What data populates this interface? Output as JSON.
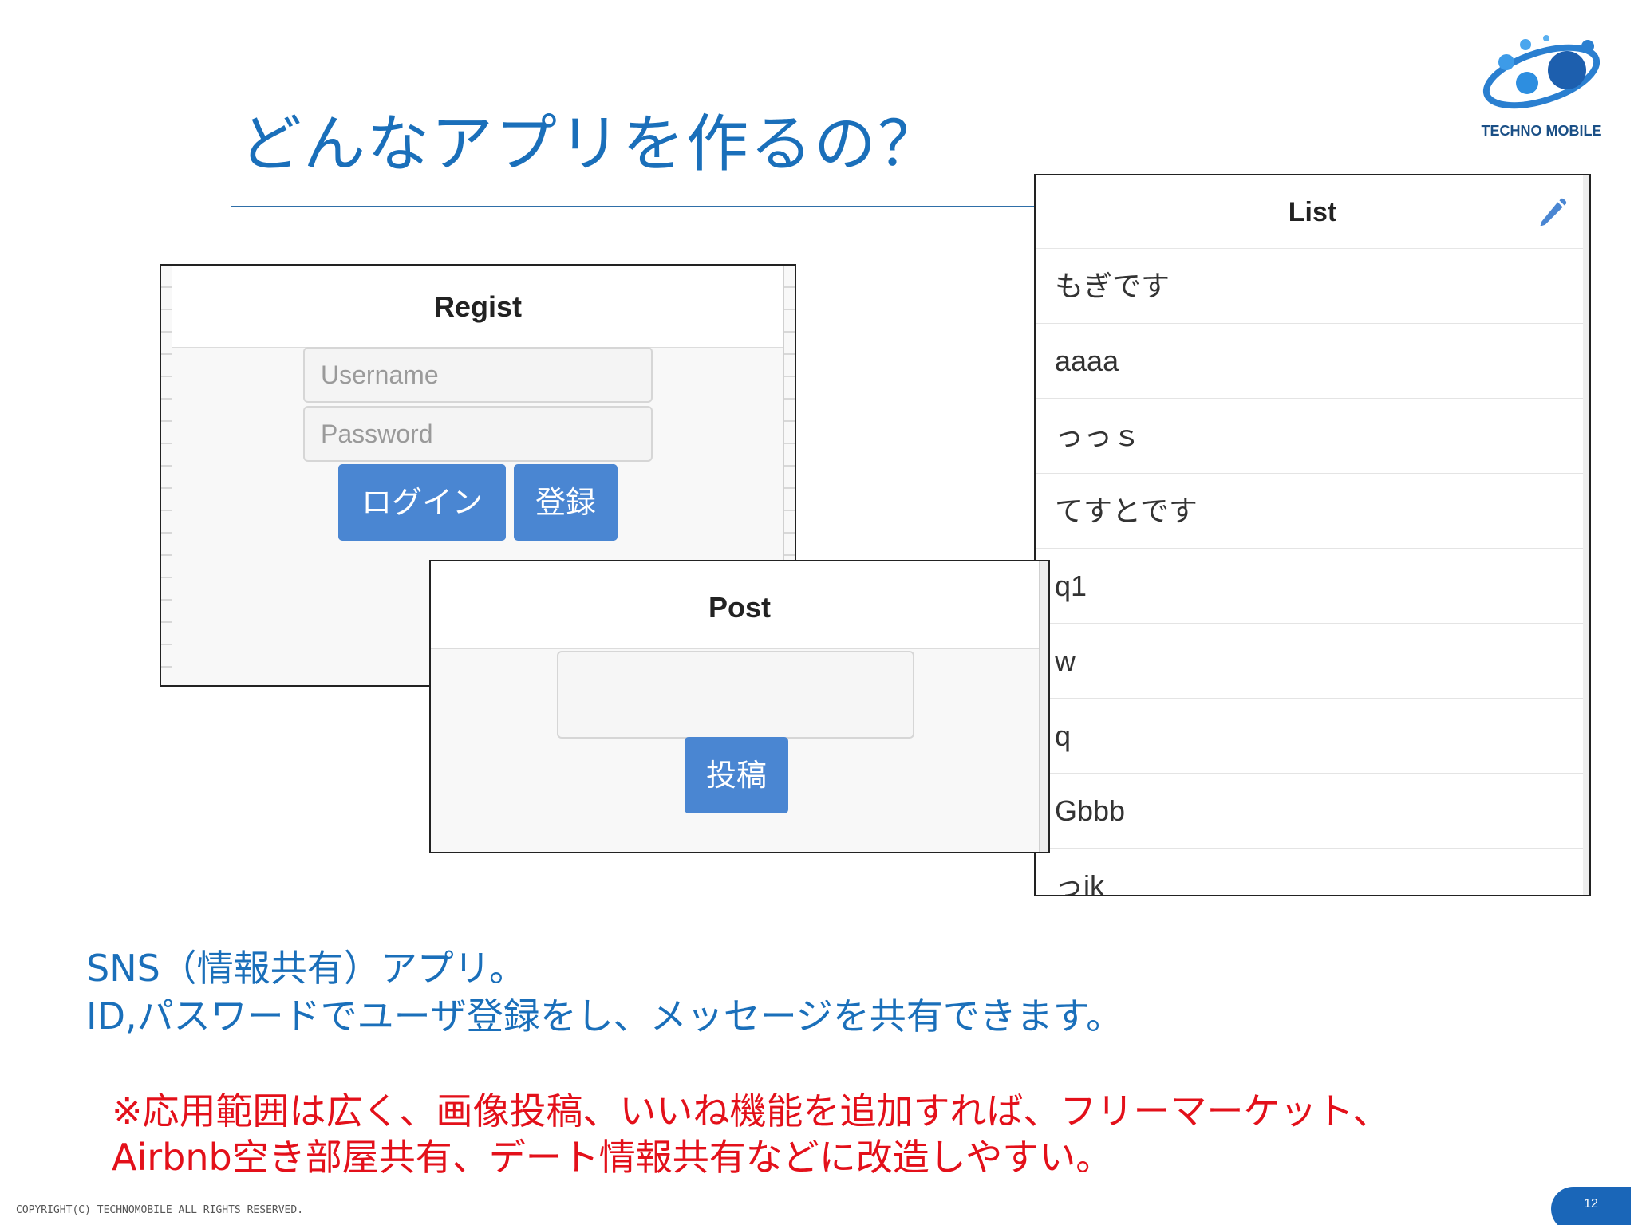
{
  "slide": {
    "title": "どんなアプリを作るの？",
    "logo_text": "TECHNO MOBILE",
    "copyright": "COPYRIGHT(C) TECHNOMOBILE ALL RIGHTS RESERVED.",
    "page_number": "12"
  },
  "regist_screen": {
    "header": "Regist",
    "username_placeholder": "Username",
    "password_placeholder": "Password",
    "login_button": "ログイン",
    "register_button": "登録"
  },
  "post_screen": {
    "header": "Post",
    "post_button": "投稿"
  },
  "list_screen": {
    "header": "List",
    "edit_icon": "pencil-icon",
    "items": [
      "もぎです",
      "aaaa",
      "っっｓ",
      "てすとです",
      "q1",
      "w",
      "q",
      "Gbbb",
      "っik"
    ]
  },
  "description": {
    "line1": "SNS（情報共有）アプリ。",
    "line2": "ID,パスワードでユーザ登録をし、メッセージを共有できます。"
  },
  "note": {
    "line1": "※応用範囲は広く、画像投稿、いいね機能を追加すれば、フリーマーケット、",
    "line2": "Airbnb空き部屋共有、デート情報共有などに改造しやすい。"
  },
  "colors": {
    "title_blue": "#1a6fba",
    "button_blue": "#4a86d2",
    "note_red": "#e3101a"
  }
}
